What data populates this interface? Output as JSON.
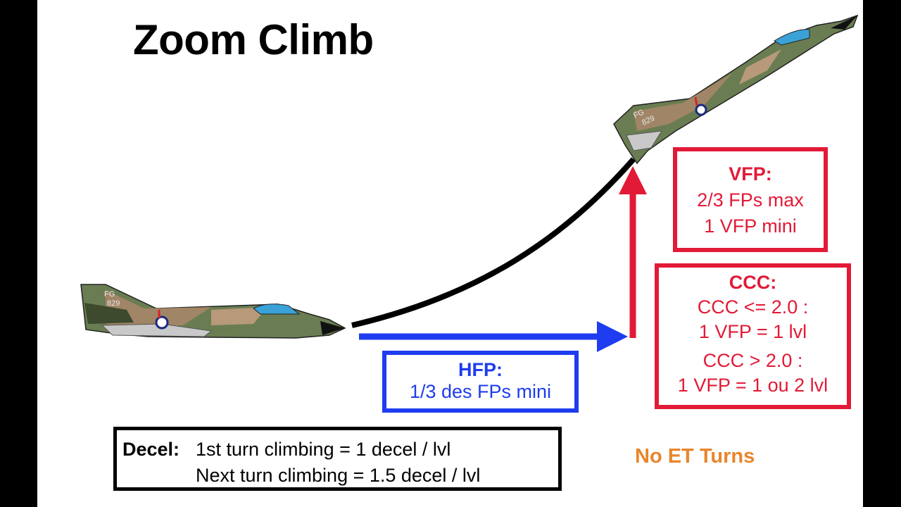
{
  "title": "Zoom Climb",
  "vfp": {
    "heading": "VFP:",
    "line1": "2/3 FPs max",
    "line2": "1 VFP mini"
  },
  "ccc": {
    "heading": "CCC:",
    "line1": "CCC <= 2.0 :",
    "line2": "1 VFP = 1 lvl",
    "line3": "CCC > 2.0 :",
    "line4": "1 VFP = 1 ou 2 lvl"
  },
  "hfp": {
    "heading": "HFP:",
    "line1": "1/3 des FPs mini"
  },
  "decel": {
    "label": "Decel:",
    "line1": "1st turn climbing = 1 decel / lvl",
    "line2": "Next turn climbing = 1.5 decel / lvl"
  },
  "note": "No ET Turns",
  "aircraft_marking": {
    "tail_code": "FG",
    "number": "829"
  },
  "colors": {
    "red": "#e21a37",
    "blue": "#1e3cf0",
    "orange": "#e8862c",
    "black": "#000000"
  }
}
